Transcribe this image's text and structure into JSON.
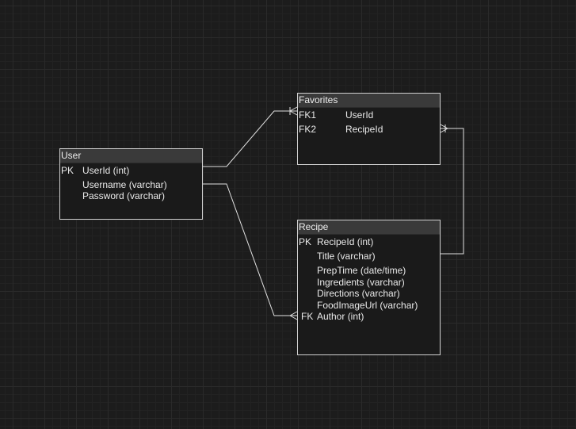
{
  "diagram": {
    "colors": {
      "background": "#1c1c1c",
      "entity_fill": "#1a1a1a",
      "entity_border": "#d0d0d0",
      "header_fill": "#3a3a3a",
      "line": "#e0e0e0"
    },
    "entities": {
      "user": {
        "title": "User",
        "attrs": [
          {
            "key": "PK",
            "name": "UserId (int)"
          },
          {
            "key": "",
            "name": "Username (varchar)"
          },
          {
            "key": "",
            "name": "Password (varchar)"
          }
        ]
      },
      "favorites": {
        "title": "Favorites",
        "attrs": [
          {
            "key": "FK1",
            "name": "UserId"
          },
          {
            "key": "FK2",
            "name": "RecipeId"
          }
        ]
      },
      "recipe": {
        "title": "Recipe",
        "attrs": [
          {
            "key": "PK",
            "name": "RecipeId (int)"
          },
          {
            "key": "",
            "name": "Title (varchar)"
          },
          {
            "key": "",
            "name": "PrepTime (date/time)"
          },
          {
            "key": "",
            "name": "Ingredients (varchar)"
          },
          {
            "key": "",
            "name": "Directions (varchar)"
          },
          {
            "key": "",
            "name": "FoodImageUrl (varchar)"
          },
          {
            "key": "FK",
            "name": "Author (int)"
          }
        ]
      }
    },
    "relationships": [
      {
        "from": "User",
        "to": "Favorites",
        "from_end": "one",
        "to_end": "one-or-many"
      },
      {
        "from": "Recipe",
        "to": "Favorites",
        "from_end": "one",
        "to_end": "one-or-many"
      },
      {
        "from": "User",
        "to": "Recipe",
        "from_end": "one",
        "to_end": "many"
      }
    ]
  }
}
